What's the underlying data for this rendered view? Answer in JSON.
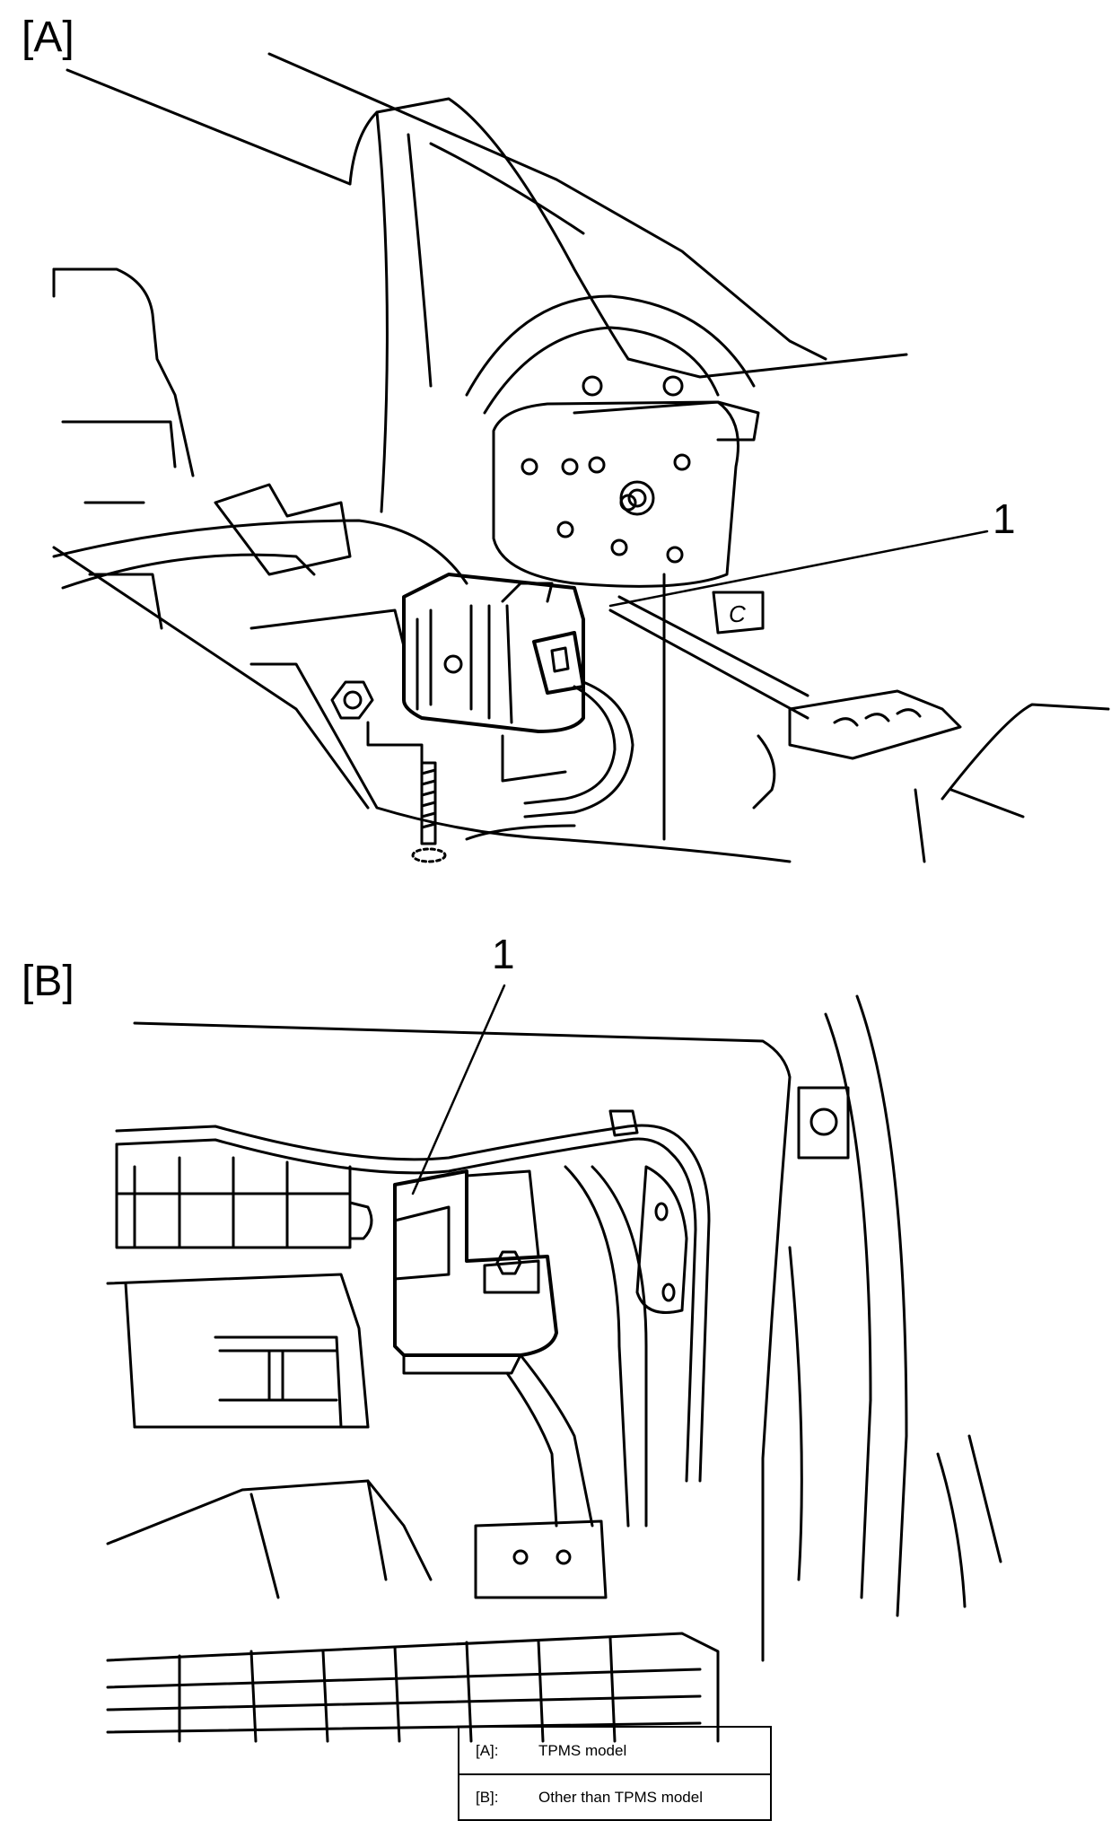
{
  "panels": [
    {
      "label": "[A]",
      "callout": "1"
    },
    {
      "label": "[B]",
      "callout": "1"
    }
  ],
  "legend": [
    {
      "key": "[A]:",
      "text": "TPMS model"
    },
    {
      "key": "[B]:",
      "text": "Other than TPMS model"
    }
  ],
  "labels": {
    "bracket_letter": "C"
  }
}
